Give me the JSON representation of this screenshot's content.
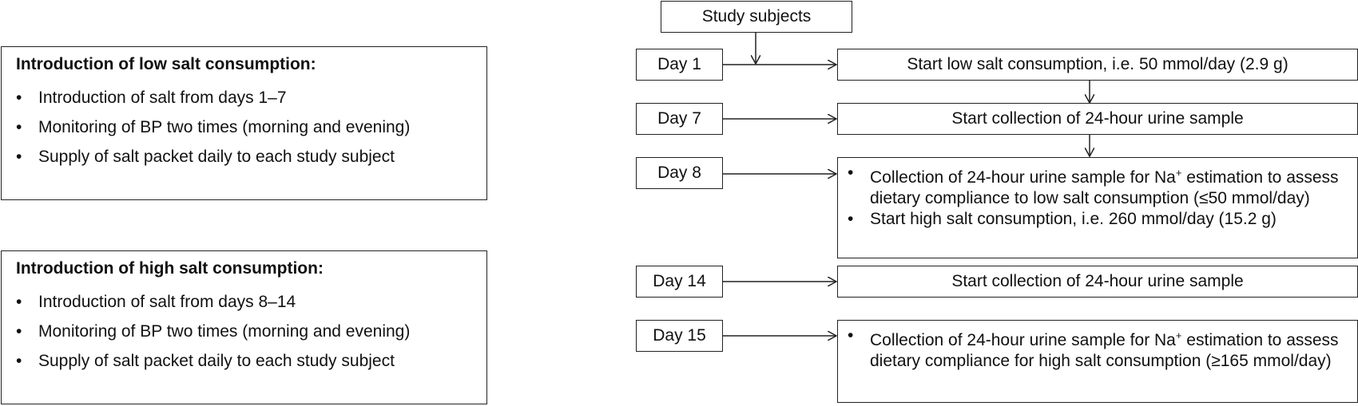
{
  "left_panels": [
    {
      "title": "Introduction of low salt consumption:",
      "items": [
        "Introduction of salt from days 1–7",
        "Monitoring of BP two times (morning and evening)",
        "Supply of salt packet daily to each study subject"
      ]
    },
    {
      "title": "Introduction of high salt consumption:",
      "items": [
        "Introduction of salt from days 8–14",
        "Monitoring of BP two times (morning and evening)",
        "Supply of salt packet daily to each study subject"
      ]
    }
  ],
  "top_node": "Study subjects",
  "days": [
    "Day 1",
    "Day 7",
    "Day 8",
    "Day 14",
    "Day 15"
  ],
  "actions": {
    "day1": "Start low salt consumption, i.e. 50 mmol/day (2.9 g)",
    "day7": "Start collection of 24-hour urine sample",
    "day8": [
      [
        "Collection of 24-hour urine sample for Na",
        "+",
        " estimation to assess dietary compliance to low salt consumption (",
        "≤",
        "50 mmol/day)"
      ],
      [
        "Start high salt consumption, i.e. 260 mmol/day (15.2 g)"
      ]
    ],
    "day14": "Start collection of 24-hour urine sample",
    "day15": [
      [
        "Collection of 24-hour urine sample for Na",
        "+",
        " estimation to assess dietary compliance for high salt consumption (",
        "≥",
        "165 mmol/day)"
      ]
    ]
  }
}
